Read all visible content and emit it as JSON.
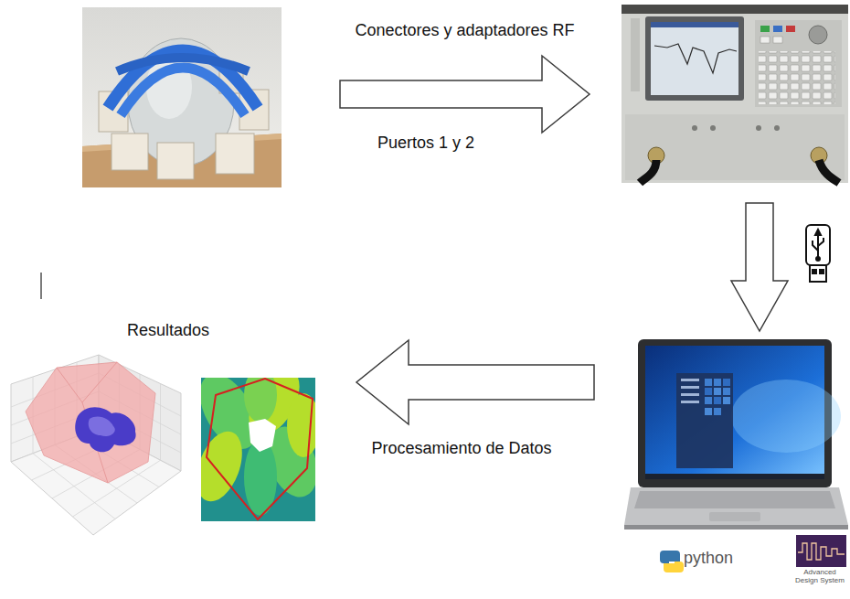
{
  "diagram": {
    "nodes": [
      {
        "text": []
      },
      {
        "text": []
      },
      {
        "text": [
          "Resultados"
        ]
      },
      {
        "text": [
          "python",
          "Advanced Design System"
        ]
      }
    ],
    "edges": [
      {
        "from": 0,
        "to": 1,
        "arrow": "to",
        "label": "Conectores y adaptadores RF"
      },
      {
        "from": 1,
        "to": 3,
        "arrow": "to"
      },
      {
        "from": 3,
        "to": 2,
        "arrow": "to",
        "label": "Procesamiento de Datos"
      }
    ],
    "labels": [
      "Puertos 1 y 2"
    ]
  }
}
